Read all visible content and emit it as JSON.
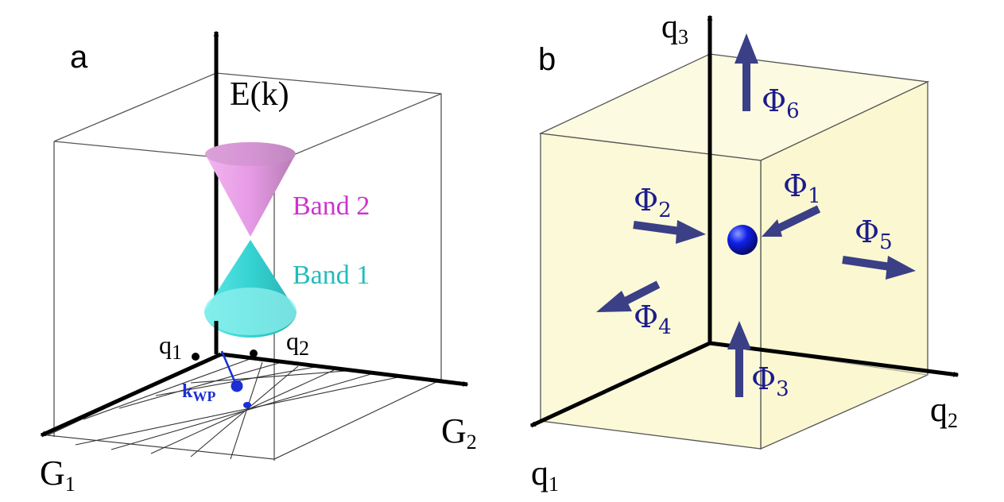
{
  "panel_a": {
    "letter": "a",
    "energy_axis_label": "E(k)",
    "upper_band_label": "Band 2",
    "lower_band_label": "Band 1",
    "q1_label": {
      "base": "q",
      "sub": "1"
    },
    "q2_label": {
      "base": "q",
      "sub": "2"
    },
    "g1_label": {
      "base": "G",
      "sub": "1"
    },
    "g2_label": {
      "base": "G",
      "sub": "2"
    },
    "weyl_point_label": {
      "base": "k",
      "sub": "WP"
    },
    "colors": {
      "upper_cone": "#e79be6",
      "lower_cone": "#36d6d4",
      "upper_label": "#cc33cc",
      "lower_label": "#22bbbb",
      "weyl": "#1a2fd6"
    }
  },
  "panel_b": {
    "letter": "b",
    "q1_label": {
      "base": "q",
      "sub": "1"
    },
    "q2_label": {
      "base": "q",
      "sub": "2"
    },
    "q3_label": {
      "base": "q",
      "sub": "3"
    },
    "fluxes": [
      {
        "base": "Φ",
        "sub": "1"
      },
      {
        "base": "Φ",
        "sub": "2"
      },
      {
        "base": "Φ",
        "sub": "3"
      },
      {
        "base": "Φ",
        "sub": "4"
      },
      {
        "base": "Φ",
        "sub": "5"
      },
      {
        "base": "Φ",
        "sub": "6"
      }
    ],
    "colors": {
      "cube_fill": "#fbf9d8",
      "arrow": "#3a3f86",
      "sphere": "#0f18e0"
    }
  }
}
